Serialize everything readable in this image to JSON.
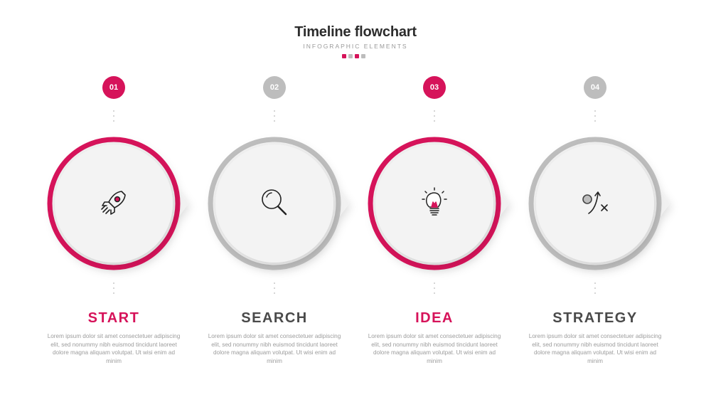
{
  "header": {
    "title": "Timeline flowchart",
    "subtitle": "INFOGRAPHIC ELEMENTS",
    "indicator_colors": [
      "#d6135a",
      "#bdbdbd",
      "#d6135a",
      "#bdbdbd"
    ]
  },
  "colors": {
    "accent": "#d6135a",
    "neutral": "#bdbdbd",
    "dark": "#4a4a4a"
  },
  "steps": [
    {
      "number": "01",
      "title": "START",
      "icon": "rocket-icon",
      "accent": true,
      "description": "Lorem ipsum dolor sit amet consectetuer adipiscing elit, sed nonummy nibh euismod tincidunt laoreet dolore magna aliquam volutpat. Ut wisi enim ad minim"
    },
    {
      "number": "02",
      "title": "SEARCH",
      "icon": "magnifier-icon",
      "accent": false,
      "description": "Lorem ipsum dolor sit amet consectetuer adipiscing elit, sed nonummy nibh euismod tincidunt laoreet dolore magna aliquam volutpat. Ut wisi enim ad minim"
    },
    {
      "number": "03",
      "title": "IDEA",
      "icon": "lightbulb-icon",
      "accent": true,
      "description": "Lorem ipsum dolor sit amet consectetuer adipiscing elit, sed nonummy nibh euismod tincidunt laoreet dolore magna aliquam volutpat. Ut wisi enim ad minim"
    },
    {
      "number": "04",
      "title": "STRATEGY",
      "icon": "strategy-icon",
      "accent": false,
      "description": "Lorem ipsum dolor sit amet consectetuer adipiscing elit, sed nonummy nibh euismod tincidunt laoreet dolore magna aliquam volutpat. Ut wisi enim ad minim"
    }
  ]
}
